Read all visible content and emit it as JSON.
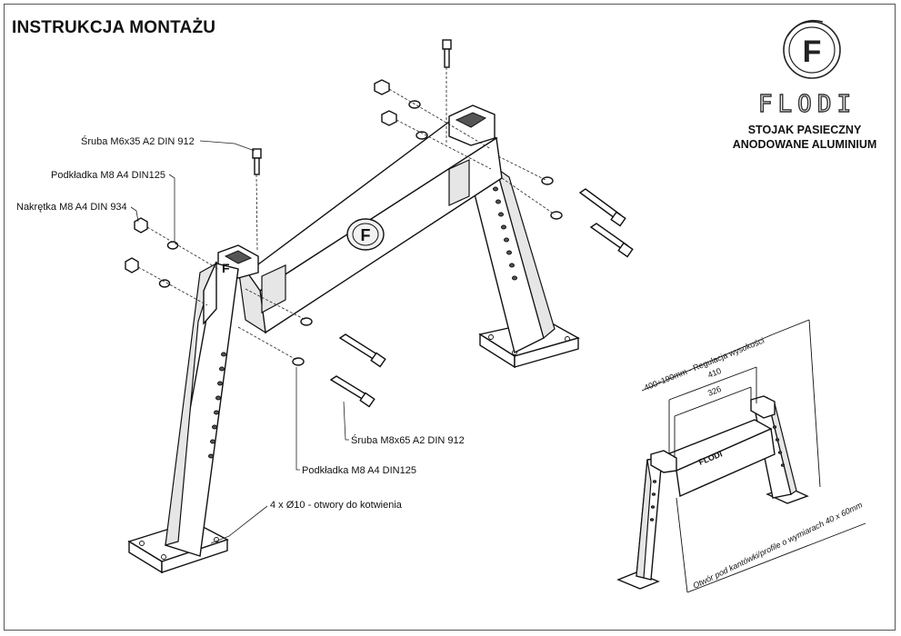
{
  "title": "INSTRUKCJA MONTAŻU",
  "brand": {
    "logo_letter": "F",
    "wordmark": "FLODI",
    "product_line1": "STOJAK PASIECZNY",
    "product_line2": "ANODOWANE ALUMINIUM"
  },
  "callouts": {
    "screw_m6": "Śruba M6x35 A2 DIN 912",
    "washer_top": "Podkładka M8 A4 DIN125",
    "nut": "Nakrętka M8 A4 DIN 934",
    "screw_m8": "Śruba M8x65 A2 DIN 912",
    "washer_bottom": "Podkładka M8 A4 DIN125",
    "anchor_holes": "4 x Ø10 - otwory do kotwienia"
  },
  "dimensions": {
    "height_range": "400÷190mm - Regulacja wysokości",
    "width_outer": "410",
    "width_inner": "326",
    "profile_opening": "Otwór pod kantówki/profile o wymiarach 40 x 60mm"
  },
  "icons": [
    "flodi-logo-icon",
    "f-emblem-icon"
  ]
}
